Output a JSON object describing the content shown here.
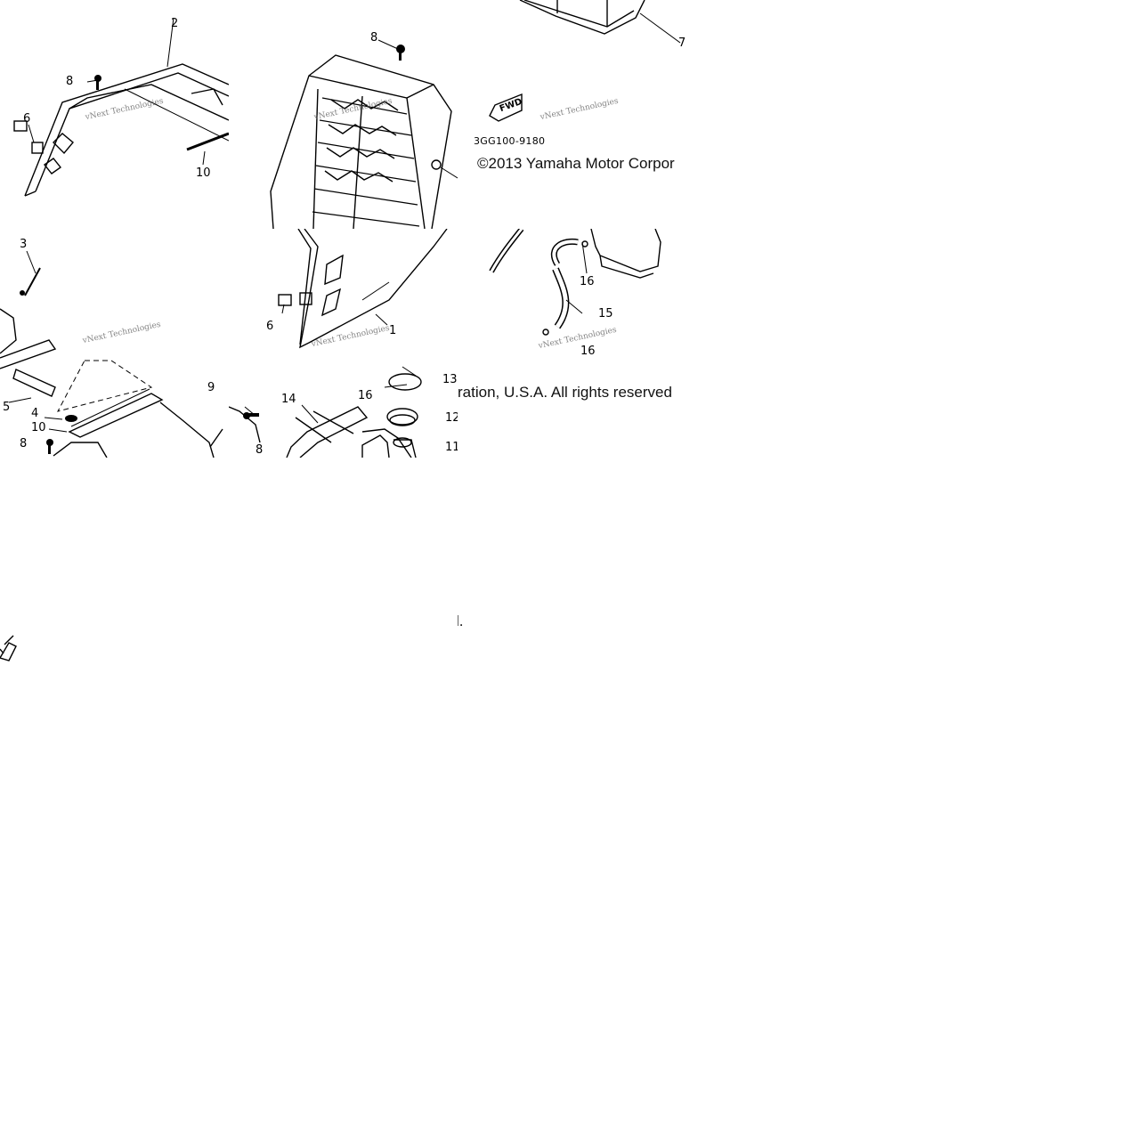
{
  "copyright_part1": "©2013 Yamaha Motor Corpor",
  "copyright_part2": "ration, U.S.A. All rights reserved",
  "copyright_part3": "l.",
  "diagram_code": "3GG100-9180",
  "fwd_label": "FWD",
  "watermark": "vNext Technologies",
  "callouts": {
    "c1": "1",
    "c2": "2",
    "c3": "3",
    "c4": "4",
    "c5": "5",
    "c6a": "6",
    "c6b": "6",
    "c7": "7",
    "c8a": "8",
    "c8b": "8",
    "c8c": "8",
    "c8d": "8",
    "c9": "9",
    "c10a": "10",
    "c10b": "10",
    "c11": "11",
    "c12": "12",
    "c13": "13",
    "c14": "14",
    "c15": "15",
    "c16a": "16",
    "c16b": "16",
    "c16c": "16"
  }
}
